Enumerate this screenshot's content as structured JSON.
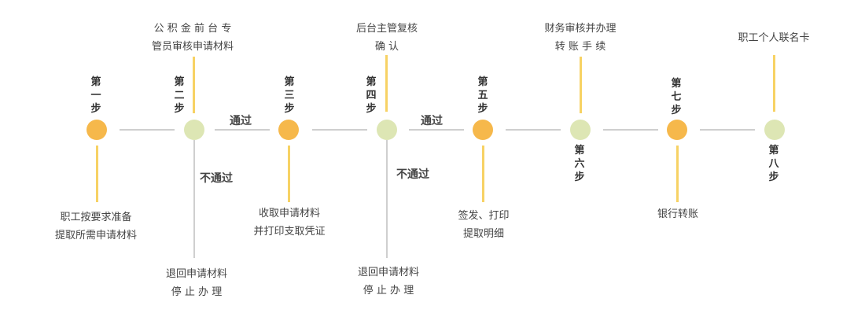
{
  "steps": {
    "s1": [
      "第",
      "一",
      "步"
    ],
    "s2": [
      "第",
      "二",
      "步"
    ],
    "s3": [
      "第",
      "三",
      "步"
    ],
    "s4": [
      "第",
      "四",
      "步"
    ],
    "s5": [
      "第",
      "五",
      "步"
    ],
    "s6": [
      "第",
      "六",
      "步"
    ],
    "s7": [
      "第",
      "七",
      "步"
    ],
    "s8": [
      "第",
      "八",
      "步"
    ]
  },
  "desc": {
    "d1": [
      "职工按要求准备",
      "提取所需申请材料"
    ],
    "d2": [
      "公 积 金 前 台 专",
      "管员审核申请材料"
    ],
    "d2r": [
      "退回申请材料",
      "停 止 办 理"
    ],
    "d3": [
      "收取申请材料",
      "并打印支取凭证"
    ],
    "d4": [
      "后台主管复核",
      "确  认"
    ],
    "d4r": [
      "退回申请材料",
      "停 止 办 理"
    ],
    "d5": [
      "签发、打印",
      "提取明细"
    ],
    "d6": [
      "财务审核并办理",
      "转 账 手 续"
    ],
    "d7": [
      "银行转账"
    ],
    "d8": [
      "职工个人联名卡"
    ]
  },
  "labels": {
    "pass1": "通过",
    "fail1": "不通过",
    "pass2": "通过",
    "fail2": "不通过"
  },
  "colors": {
    "orange": "#f6b84b",
    "green": "#dde6b4",
    "bar": "#f7d264",
    "line": "#cfcfcf"
  }
}
